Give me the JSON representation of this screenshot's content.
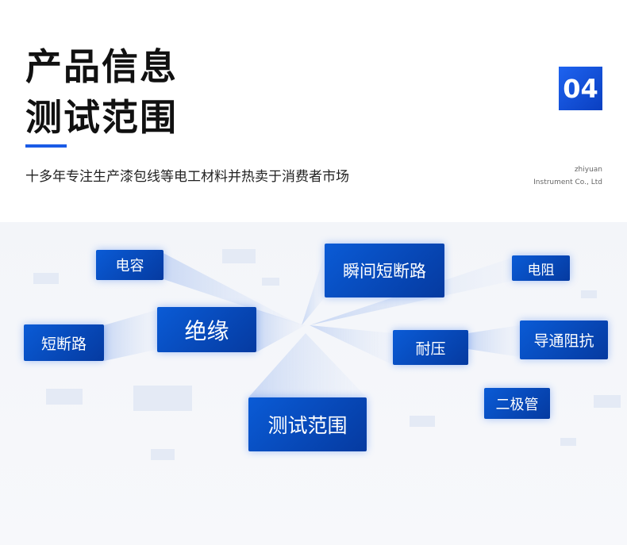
{
  "header": {
    "title_line1": "产品信息",
    "title_line2": "测试范围",
    "subtitle": "十多年专注生产漆包线等电工材料并热卖于消费者市场",
    "badge": "04",
    "company_line1": "zhiyuan",
    "company_line2": "Instrument Co., Ltd"
  },
  "nodes": {
    "capacitance": "电容",
    "short1": "短断路",
    "insulation": "绝缘",
    "instant_short": "瞬间短断路",
    "resistance": "电阻",
    "continuity": "导通阻抗",
    "withstand": "耐压",
    "diode": "二极管",
    "center": "测试范围"
  },
  "colors": {
    "accent": "#1a5be6",
    "box": "#0a4cc4"
  }
}
